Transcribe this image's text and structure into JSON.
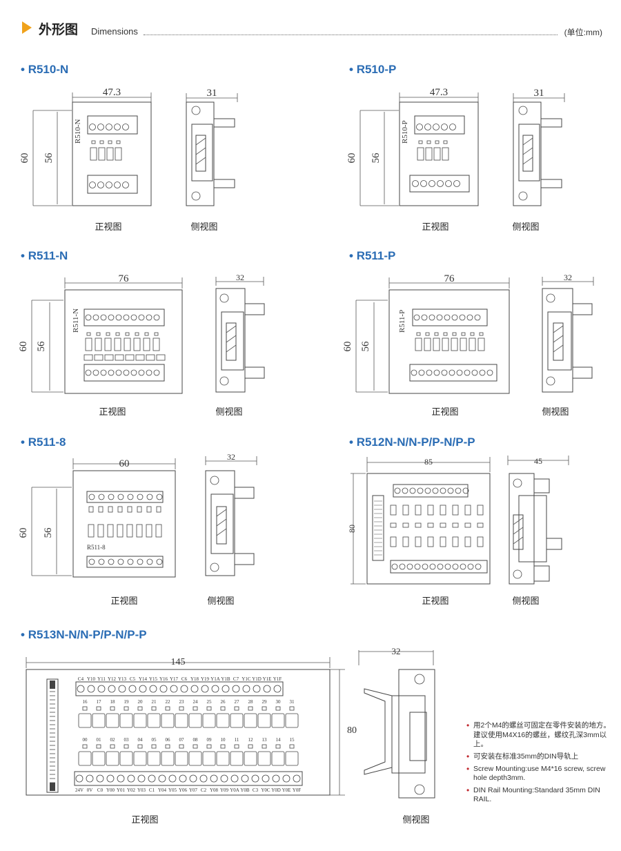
{
  "header": {
    "title": "外形图",
    "subtitle": "Dimensions",
    "unit": "(单位:mm)"
  },
  "models": [
    {
      "name": "R510-N",
      "front": {
        "width": "47.3",
        "height_outer": "60",
        "height_inner": "56",
        "label": "R510-N"
      },
      "side": {
        "width": "31"
      },
      "front_caption": "正视图",
      "side_caption": "侧视图"
    },
    {
      "name": "R510-P",
      "front": {
        "width": "47.3",
        "height_outer": "60",
        "height_inner": "56",
        "label": "R510-P"
      },
      "side": {
        "width": "31"
      },
      "front_caption": "正视图",
      "side_caption": "侧视图"
    },
    {
      "name": "R511-N",
      "front": {
        "width": "76",
        "height_outer": "60",
        "height_inner": "56",
        "label": "R511-N"
      },
      "side": {
        "width": "32"
      },
      "front_caption": "正视图",
      "side_caption": "侧视图"
    },
    {
      "name": "R511-P",
      "front": {
        "width": "76",
        "height_outer": "60",
        "height_inner": "56",
        "label": "R511-P"
      },
      "side": {
        "width": "32"
      },
      "front_caption": "正视图",
      "side_caption": "侧视图"
    },
    {
      "name": "R511-8",
      "front": {
        "width": "60",
        "height_outer": "60",
        "height_inner": "56",
        "label": "R511-8"
      },
      "side": {
        "width": "32"
      },
      "front_caption": "正视图",
      "side_caption": "侧视图"
    },
    {
      "name": "R512N-N/N-P/P-N/P-P",
      "front": {
        "width": "85",
        "height_outer": "80"
      },
      "side": {
        "width": "45"
      },
      "front_caption": "正视图",
      "side_caption": "侧视图"
    },
    {
      "name": "R513N-N/N-P/P-N/P-P",
      "front": {
        "width": "145",
        "height_outer": "80"
      },
      "side": {
        "width": "32"
      },
      "front_caption": "正视图",
      "side_caption": "侧视图"
    }
  ],
  "r513": {
    "top_terminals": [
      "C4",
      "Y10",
      "Y11",
      "Y12",
      "Y13",
      "C5",
      "Y14",
      "Y15",
      "Y16",
      "Y17",
      "C6",
      "Y18",
      "Y19",
      "Y1A",
      "Y1B",
      "C7",
      "Y1C",
      "Y1D",
      "Y1E",
      "Y1F"
    ],
    "upper_channels": [
      "16",
      "17",
      "18",
      "19",
      "20",
      "21",
      "22",
      "23",
      "24",
      "25",
      "26",
      "27",
      "28",
      "29",
      "30",
      "31"
    ],
    "lower_channels": [
      "00",
      "01",
      "02",
      "03",
      "04",
      "05",
      "06",
      "07",
      "08",
      "09",
      "10",
      "11",
      "12",
      "13",
      "14",
      "15"
    ],
    "bottom_terminals": [
      "24V",
      "0V",
      "C0",
      "Y00",
      "Y01",
      "Y02",
      "Y03",
      "C1",
      "Y04",
      "Y05",
      "Y06",
      "Y07",
      "C2",
      "Y08",
      "Y09",
      "Y0A",
      "Y0B",
      "C3",
      "Y0C",
      "Y0D",
      "Y0E",
      "Y0F"
    ]
  },
  "notes": [
    "用2个M4的螺丝可固定在零件安装的地方。建议使用M4X16的螺丝，螺纹孔深3mm以上。",
    "可安装在标准35mm的DIN导轨上",
    "Screw Mounting:use M4*16 screw, screw hole depth3mm.",
    "DIN Rail Mounting:Standard 35mm DIN RAIL."
  ],
  "colors": {
    "accent": "#2a6cb4",
    "arrow": "#f0a21b",
    "bullet": "#c0282e"
  }
}
